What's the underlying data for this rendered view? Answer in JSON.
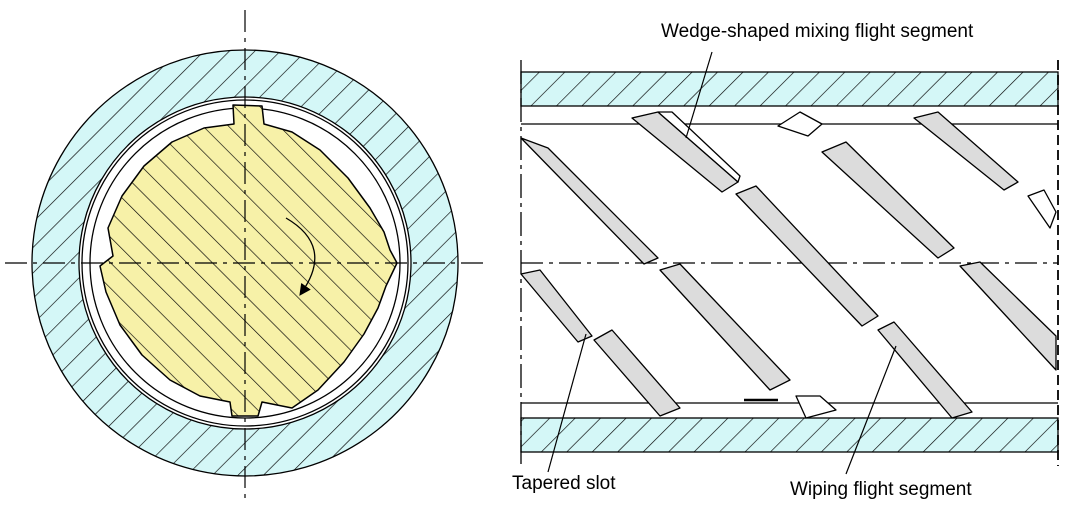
{
  "labels": {
    "wedge_segment": "Wedge-shaped mixing flight segment",
    "tapered_slot": "Tapered slot",
    "wiping_segment": "Wiping flight segment"
  },
  "colors": {
    "barrel_fill": "#d4f7f7",
    "screw_fill": "#f7f1a8",
    "flight_face": "#dcdcdc",
    "line": "#000000"
  }
}
